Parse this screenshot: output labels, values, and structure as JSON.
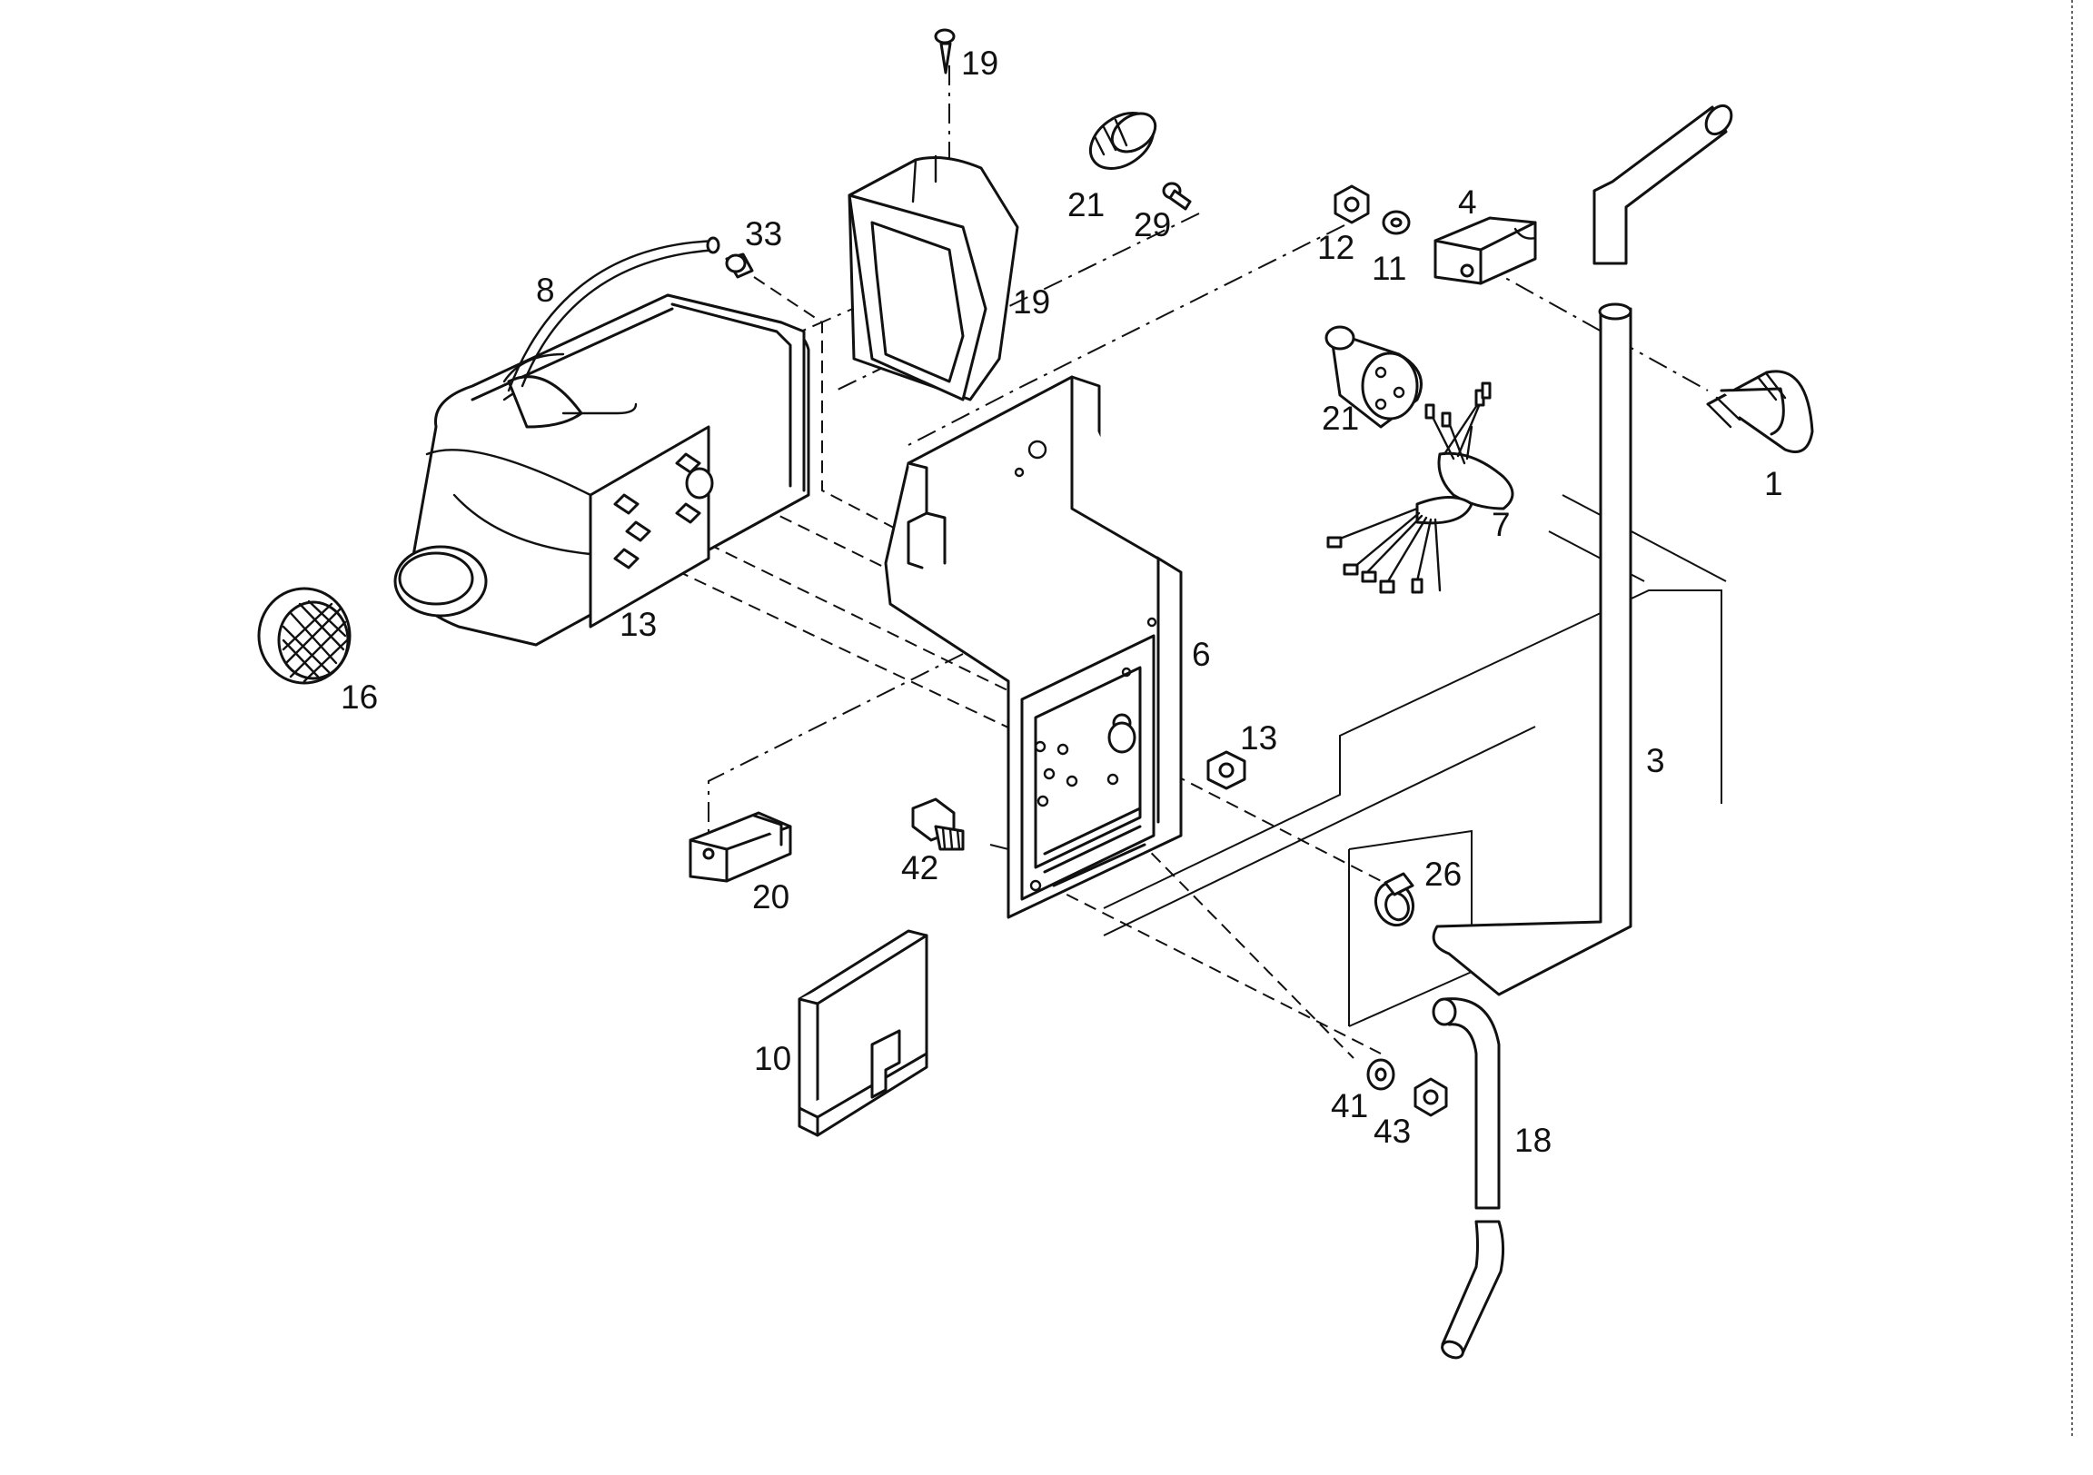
{
  "labels": {
    "p1": "1",
    "p3": "3",
    "p4": "4",
    "p6": "6",
    "p7": "7",
    "p8": "8",
    "p10": "10",
    "p11": "11",
    "p12": "12",
    "p13a": "13",
    "p13b": "13",
    "p16": "16",
    "p18": "18",
    "p19a": "19",
    "p19b": "19",
    "p20": "20",
    "p21a": "21",
    "p21b": "21",
    "p26": "26",
    "p29": "29",
    "p33": "33",
    "p41": "41",
    "p42": "42",
    "p43": "43"
  }
}
